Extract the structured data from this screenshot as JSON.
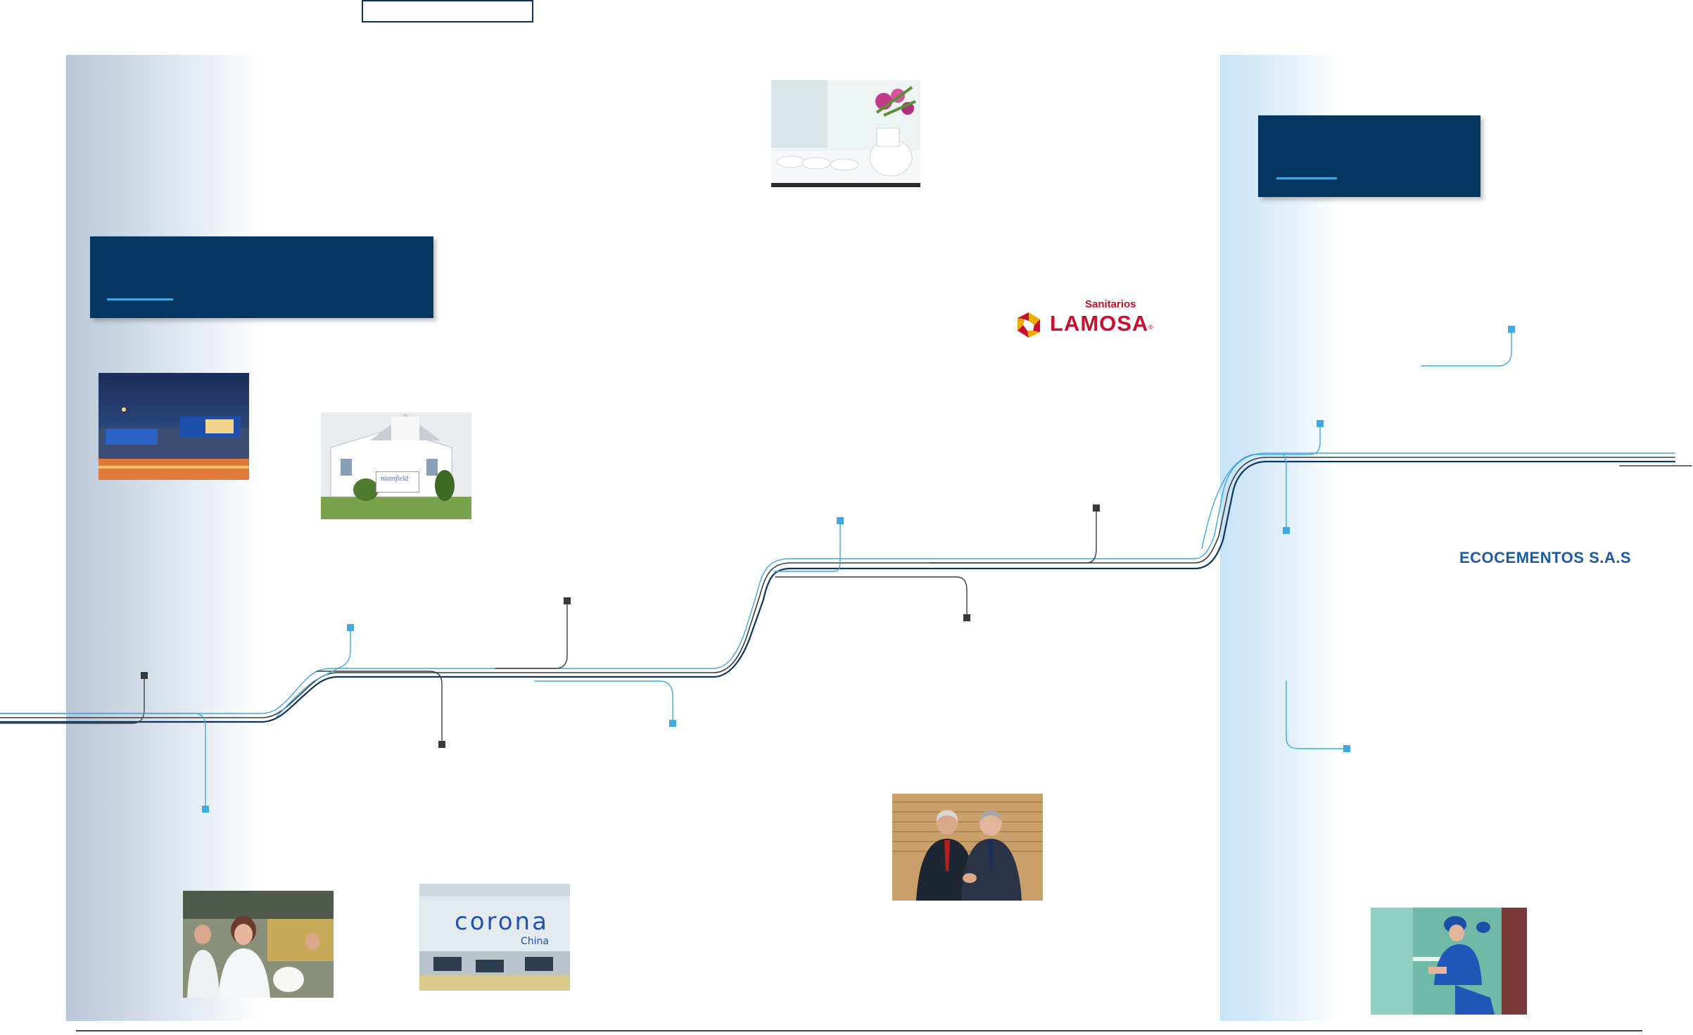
{
  "colors": {
    "navy": "#05365f",
    "accent_blue": "#3fa9e0",
    "dark_line": "#3a3a3a",
    "lamosa_red": "#c8102e",
    "ecocementos_blue": "#1a5aa8"
  },
  "logos": {
    "lamosa": {
      "subtitle": "Sanitarios",
      "name": "LAMOSA",
      "registered": "®"
    },
    "ecocementos": {
      "name": "ECOCEMENTOS S.A.S"
    }
  },
  "photos": [
    {
      "id": "homecenter",
      "description_icon": "store-night-icon"
    },
    {
      "id": "mansfield",
      "sign_text": "mansfield"
    },
    {
      "id": "tableware",
      "description_icon": "tea-set-icon"
    },
    {
      "id": "workers",
      "description_icon": "factory-workers-icon"
    },
    {
      "id": "corona-china",
      "logo_text": "corona",
      "sub_text": "China"
    },
    {
      "id": "handshake",
      "description_icon": "handshake-icon"
    },
    {
      "id": "technician",
      "description_icon": "technician-icon"
    }
  ]
}
